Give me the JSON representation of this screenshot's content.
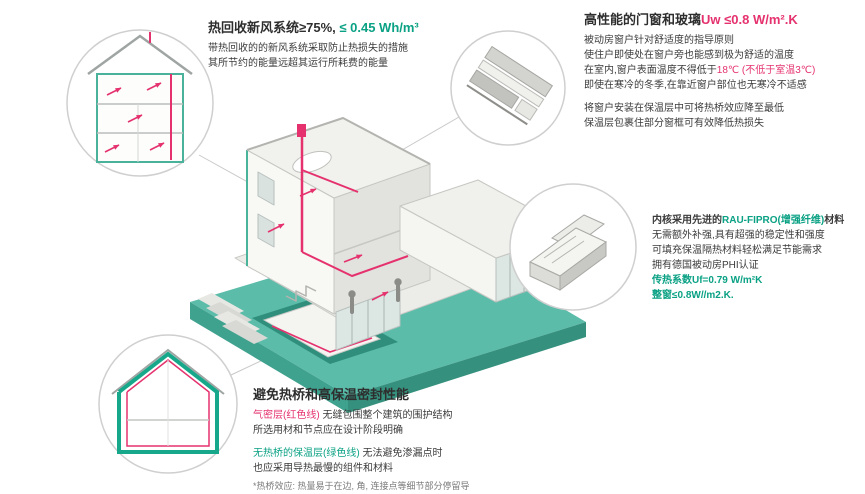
{
  "colors": {
    "green": "#0aa184",
    "red": "#e5326e",
    "ground_teal": "#5bbcaa",
    "dark": "#3b3b3b"
  },
  "hrv": {
    "title_dark": "热回收新风系统≥75%, ",
    "title_green": "≤ 0.45 Wh/m³",
    "lines": [
      "带热回收的的新风系统采取防止热损失的措施",
      "其所节约的能量远超其运行所耗费的能量"
    ]
  },
  "windows": {
    "title_dark": "高性能的门窗和玻璃",
    "title_red": "Uw ≤0.8 W/m².K",
    "para1": [
      "被动房窗户针对舒适度的指导原则",
      "使住户即使处在窗户旁也能感到极为舒适的温度"
    ],
    "line3_dark": "在室内,窗户表面温度不得低于",
    "line3_red": "18℃ (不低于室温3℃)",
    "line4": "即使在寒冷的冬季,在靠近窗户部位也无寒冷不适感",
    "para2": [
      "将窗户安装在保温层中可将热桥效应降至最低",
      "保温层包裹住部分窗框可有效降低热损失"
    ]
  },
  "profile": {
    "line1_dark": "内核采用先进的",
    "line1_green": "RAU-FIPRO(增强纤维)",
    "line1_dark2": "材料",
    "lines": [
      "无需额外补强,具有超强的稳定性和强度",
      "可填充保温隔热材料轻松满足节能需求",
      "拥有德国被动房PHI认证"
    ],
    "green_lines": [
      "传热系数Uf=0.79 W/m²K",
      "整窗≤0.8W//m2.K."
    ]
  },
  "thermal": {
    "title": "避免热桥和高保温密封性能",
    "airtight_label": "气密层(红色线)",
    "airtight_rest": " 无缝包围整个建筑的围护结构",
    "airtight_line2": "所选用材和节点应在设计阶段明确",
    "insulation_label": "无热桥的保温层(绿色线)",
    "insulation_rest": " 无法避免渗漏点时",
    "insulation_line2": "也应采用导热最慢的组件和材料",
    "footnote": "*热桥效应: 热量易于在边, 角, 连接点等细节部分停留导"
  }
}
